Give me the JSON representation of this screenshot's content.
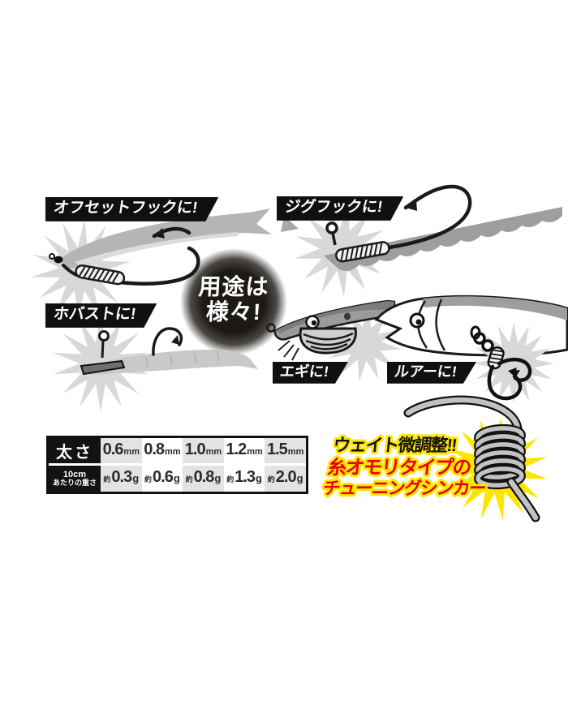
{
  "badge": {
    "line1": "用途は",
    "line2": "様々!"
  },
  "labels": {
    "offset_hook": "オフセットフックに!",
    "jig_hook": "ジグフックに!",
    "hobast": "ホバストに!",
    "egi": "エギに!",
    "lure": "ルアーに!"
  },
  "spec_table": {
    "row1_header": "太さ",
    "row2_header_line1": "10cm",
    "row2_header_line2": "あたりの重さ",
    "columns": [
      {
        "thickness": "0.6",
        "thickness_unit": "mm",
        "approx": "約",
        "weight": "0.3",
        "weight_unit": "g"
      },
      {
        "thickness": "0.8",
        "thickness_unit": "mm",
        "approx": "約",
        "weight": "0.6",
        "weight_unit": "g"
      },
      {
        "thickness": "1.0",
        "thickness_unit": "mm",
        "approx": "約",
        "weight": "0.8",
        "weight_unit": "g"
      },
      {
        "thickness": "1.2",
        "thickness_unit": "mm",
        "approx": "約",
        "weight": "1.3",
        "weight_unit": "g"
      },
      {
        "thickness": "1.5",
        "thickness_unit": "mm",
        "approx": "約",
        "weight": "2.0",
        "weight_unit": "g"
      }
    ]
  },
  "promo": {
    "line1": "ウェイト微調整!!",
    "line2": "糸オモリタイプの",
    "line3": "チューニングシンカー"
  },
  "colors": {
    "label_bg": "#101010",
    "badge_disc": "#1d1a16",
    "promo_red": "#e60012",
    "promo_yellow": "#ffe600",
    "illustration_gray": "#b5b5b5",
    "burst_gray": "#d8d8d8",
    "table_header_bg": "#121212",
    "table_alt_cell_bg": "#e3e3e3"
  }
}
